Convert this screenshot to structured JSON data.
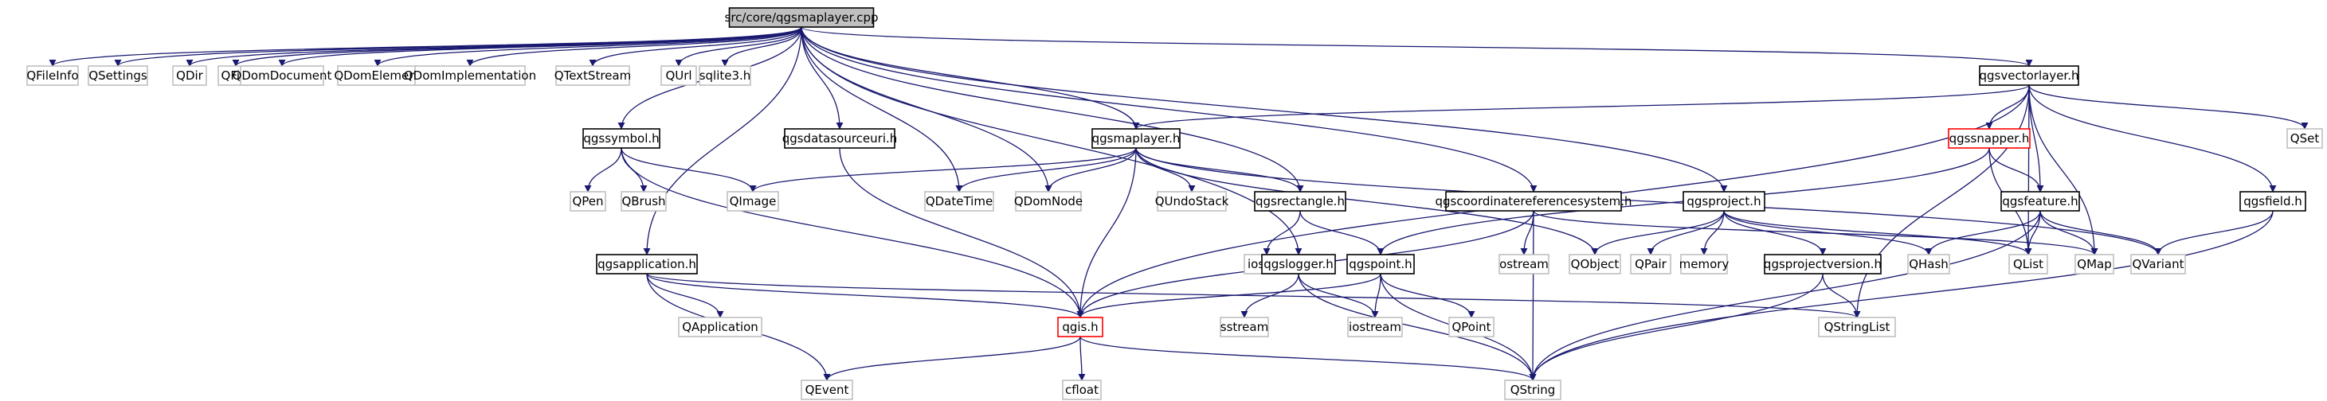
{
  "colors": {
    "edge": "#191970",
    "project_border": "#000000",
    "std_border": "#bfbfbf",
    "missing_border": "#ff0000",
    "root_fill": "#bfbfbf"
  },
  "nodes": [
    {
      "id": "root",
      "label": "src/core/qgsmaplayer.cpp",
      "kind": "root"
    },
    {
      "id": "qfileinfo",
      "label": "QFileInfo",
      "kind": "std"
    },
    {
      "id": "qsettings",
      "label": "QSettings",
      "kind": "std"
    },
    {
      "id": "qdir",
      "label": "QDir",
      "kind": "std"
    },
    {
      "id": "qfile",
      "label": "QFile",
      "kind": "std"
    },
    {
      "id": "qdomdocument",
      "label": "QDomDocument",
      "kind": "std"
    },
    {
      "id": "qdomelement",
      "label": "QDomElement",
      "kind": "std"
    },
    {
      "id": "qdomimpl",
      "label": "QDomImplementation",
      "kind": "std"
    },
    {
      "id": "qtextstream",
      "label": "QTextStream",
      "kind": "std"
    },
    {
      "id": "qurl",
      "label": "QUrl",
      "kind": "std"
    },
    {
      "id": "sqlite3",
      "label": "sqlite3.h",
      "kind": "std"
    },
    {
      "id": "vectorlayer",
      "label": "qgsvectorlayer.h",
      "kind": "proj"
    },
    {
      "id": "symbol",
      "label": "qgssymbol.h",
      "kind": "proj"
    },
    {
      "id": "datasourceuri",
      "label": "qgsdatasourceuri.h",
      "kind": "proj"
    },
    {
      "id": "maplayer",
      "label": "qgsmaplayer.h",
      "kind": "proj"
    },
    {
      "id": "snapper",
      "label": "qgssnapper.h",
      "kind": "missing"
    },
    {
      "id": "qset",
      "label": "QSet",
      "kind": "std"
    },
    {
      "id": "qpen",
      "label": "QPen",
      "kind": "std"
    },
    {
      "id": "qbrush",
      "label": "QBrush",
      "kind": "std"
    },
    {
      "id": "qimage",
      "label": "QImage",
      "kind": "std"
    },
    {
      "id": "qdatetime",
      "label": "QDateTime",
      "kind": "std"
    },
    {
      "id": "qdomnode",
      "label": "QDomNode",
      "kind": "std"
    },
    {
      "id": "qundostack",
      "label": "QUndoStack",
      "kind": "std"
    },
    {
      "id": "rectangle",
      "label": "qgsrectangle.h",
      "kind": "proj"
    },
    {
      "id": "crs",
      "label": "qgscoordinatereferencesystem.h",
      "kind": "proj"
    },
    {
      "id": "project",
      "label": "qgsproject.h",
      "kind": "proj"
    },
    {
      "id": "feature",
      "label": "qgsfeature.h",
      "kind": "proj"
    },
    {
      "id": "field",
      "label": "qgsfield.h",
      "kind": "proj"
    },
    {
      "id": "application",
      "label": "qgsapplication.h",
      "kind": "proj"
    },
    {
      "id": "iosfwd",
      "label": "iosfwd",
      "kind": "std"
    },
    {
      "id": "logger",
      "label": "qgslogger.h",
      "kind": "proj"
    },
    {
      "id": "point",
      "label": "qgspoint.h",
      "kind": "proj"
    },
    {
      "id": "ostream",
      "label": "ostream",
      "kind": "std"
    },
    {
      "id": "qobject",
      "label": "QObject",
      "kind": "std"
    },
    {
      "id": "qpair",
      "label": "QPair",
      "kind": "std"
    },
    {
      "id": "memory",
      "label": "memory",
      "kind": "std"
    },
    {
      "id": "projectversion",
      "label": "qgsprojectversion.h",
      "kind": "proj"
    },
    {
      "id": "qhash",
      "label": "QHash",
      "kind": "std"
    },
    {
      "id": "qlist",
      "label": "QList",
      "kind": "std"
    },
    {
      "id": "qmap",
      "label": "QMap",
      "kind": "std"
    },
    {
      "id": "qvariant",
      "label": "QVariant",
      "kind": "std"
    },
    {
      "id": "qapplication",
      "label": "QApplication",
      "kind": "std"
    },
    {
      "id": "qgis",
      "label": "qgis.h",
      "kind": "missing"
    },
    {
      "id": "sstream",
      "label": "sstream",
      "kind": "std"
    },
    {
      "id": "iostream",
      "label": "iostream",
      "kind": "std"
    },
    {
      "id": "qpoint",
      "label": "QPoint",
      "kind": "std"
    },
    {
      "id": "qstringlist",
      "label": "QStringList",
      "kind": "std"
    },
    {
      "id": "qevent",
      "label": "QEvent",
      "kind": "std"
    },
    {
      "id": "cfloat",
      "label": "cfloat",
      "kind": "std"
    },
    {
      "id": "qstring",
      "label": "QString",
      "kind": "std"
    }
  ],
  "edges": [
    [
      "root",
      "qfileinfo"
    ],
    [
      "root",
      "qsettings"
    ],
    [
      "root",
      "qdir"
    ],
    [
      "root",
      "qfile"
    ],
    [
      "root",
      "qdomdocument"
    ],
    [
      "root",
      "qdomelement"
    ],
    [
      "root",
      "qdomimpl"
    ],
    [
      "root",
      "qtextstream"
    ],
    [
      "root",
      "qurl"
    ],
    [
      "root",
      "sqlite3"
    ],
    [
      "root",
      "vectorlayer"
    ],
    [
      "root",
      "symbol"
    ],
    [
      "root",
      "datasourceuri"
    ],
    [
      "root",
      "maplayer"
    ],
    [
      "root",
      "application"
    ],
    [
      "root",
      "qdatetime"
    ],
    [
      "root",
      "qdomnode"
    ],
    [
      "root",
      "rectangle"
    ],
    [
      "root",
      "crs"
    ],
    [
      "root",
      "project"
    ],
    [
      "root",
      "logger"
    ],
    [
      "vectorlayer",
      "maplayer"
    ],
    [
      "vectorlayer",
      "snapper"
    ],
    [
      "vectorlayer",
      "qset"
    ],
    [
      "vectorlayer",
      "feature"
    ],
    [
      "vectorlayer",
      "field"
    ],
    [
      "vectorlayer",
      "qlist"
    ],
    [
      "vectorlayer",
      "qmap"
    ],
    [
      "vectorlayer",
      "qstringlist"
    ],
    [
      "vectorlayer",
      "qgis"
    ],
    [
      "symbol",
      "qpen"
    ],
    [
      "symbol",
      "qbrush"
    ],
    [
      "symbol",
      "qimage"
    ],
    [
      "symbol",
      "qgis"
    ],
    [
      "datasourceuri",
      "qgis"
    ],
    [
      "maplayer",
      "qimage"
    ],
    [
      "maplayer",
      "qdatetime"
    ],
    [
      "maplayer",
      "qdomnode"
    ],
    [
      "maplayer",
      "qundostack"
    ],
    [
      "maplayer",
      "rectangle"
    ],
    [
      "maplayer",
      "qobject"
    ],
    [
      "maplayer",
      "qvariant"
    ],
    [
      "maplayer",
      "qgis"
    ],
    [
      "snapper",
      "point"
    ],
    [
      "snapper",
      "qlist"
    ],
    [
      "snapper",
      "feature"
    ],
    [
      "feature",
      "qhash"
    ],
    [
      "feature",
      "qlist"
    ],
    [
      "feature",
      "qmap"
    ],
    [
      "feature",
      "qvariant"
    ],
    [
      "feature",
      "qstring"
    ],
    [
      "field",
      "qvariant"
    ],
    [
      "field",
      "qstring"
    ],
    [
      "rectangle",
      "iosfwd"
    ],
    [
      "rectangle",
      "point"
    ],
    [
      "crs",
      "ostream"
    ],
    [
      "crs",
      "qstring"
    ],
    [
      "crs",
      "qmap"
    ],
    [
      "crs",
      "qgis"
    ],
    [
      "project",
      "qobject"
    ],
    [
      "project",
      "qpair"
    ],
    [
      "project",
      "memory"
    ],
    [
      "project",
      "projectversion"
    ],
    [
      "project",
      "qhash"
    ],
    [
      "project",
      "qlist"
    ],
    [
      "projectversion",
      "qstringlist"
    ],
    [
      "projectversion",
      "qstring"
    ],
    [
      "application",
      "qapplication"
    ],
    [
      "application",
      "qevent"
    ],
    [
      "application",
      "qstringlist"
    ],
    [
      "application",
      "qgis"
    ],
    [
      "logger",
      "sstream"
    ],
    [
      "logger",
      "iostream"
    ],
    [
      "logger",
      "qstring"
    ],
    [
      "point",
      "iostream"
    ],
    [
      "point",
      "qpoint"
    ],
    [
      "point",
      "qstring"
    ],
    [
      "point",
      "qgis"
    ],
    [
      "qgis",
      "qevent"
    ],
    [
      "qgis",
      "cfloat"
    ],
    [
      "qgis",
      "qstring"
    ]
  ]
}
